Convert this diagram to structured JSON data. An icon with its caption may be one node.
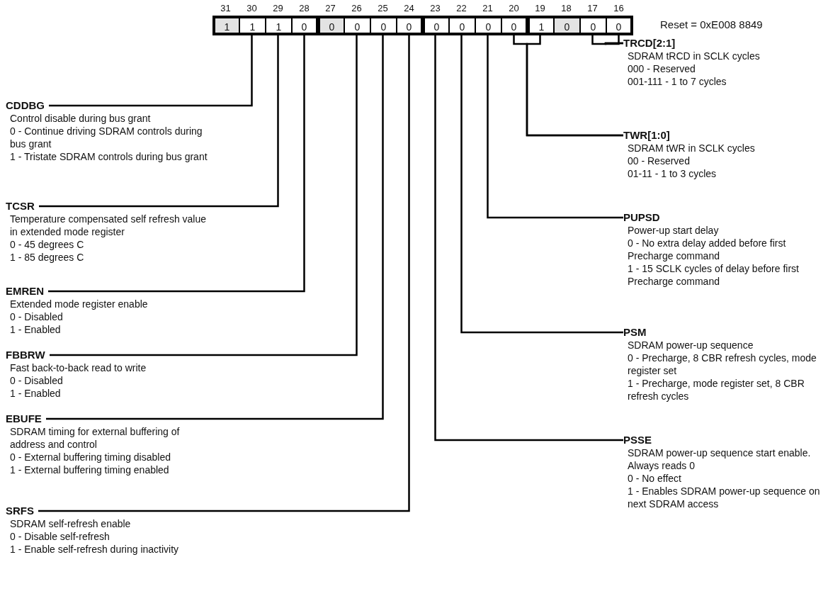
{
  "diagram": {
    "nodes": [
      {
        "text": [
          "1"
        ],
        "beside": [
          "31"
        ]
      },
      {
        "text": [
          "1"
        ],
        "beside": [
          "30"
        ]
      },
      {
        "text": [
          "1"
        ],
        "beside": [
          "29"
        ]
      },
      {
        "text": [
          "0"
        ],
        "beside": [
          "28"
        ]
      },
      {
        "text": [
          "0"
        ],
        "beside": [
          "27"
        ]
      },
      {
        "text": [
          "0"
        ],
        "beside": [
          "26"
        ]
      },
      {
        "text": [
          "0"
        ],
        "beside": [
          "25"
        ]
      },
      {
        "text": [
          "0"
        ],
        "beside": [
          "24"
        ]
      },
      {
        "text": [
          "0"
        ],
        "beside": [
          "23"
        ]
      },
      {
        "text": [
          "0"
        ],
        "beside": [
          "22"
        ]
      },
      {
        "text": [
          "0"
        ],
        "beside": [
          "21"
        ]
      },
      {
        "text": [
          "0"
        ],
        "beside": [
          "20"
        ]
      },
      {
        "text": [
          "1"
        ],
        "beside": [
          "19"
        ]
      },
      {
        "text": [
          "0"
        ],
        "beside": [
          "18"
        ]
      },
      {
        "text": [
          "0"
        ],
        "beside": [
          "17"
        ]
      },
      {
        "text": [
          "0"
        ],
        "beside": [
          "16"
        ]
      },
      {
        "text": [
          "CDDBG",
          "Control disable during bus grant",
          "0 - Continue driving SDRAM controls during bus grant",
          "1 - Tristate SDRAM controls during bus grant"
        ]
      },
      {
        "text": [
          "TCSR",
          "Temperature compensated self refresh value in extended mode register",
          "0 - 45 degrees C",
          "1 - 85 degrees C"
        ]
      },
      {
        "text": [
          "EMREN",
          "Extended mode register enable",
          "0 - Disabled",
          "1 - Enabled"
        ]
      },
      {
        "text": [
          "FBBRW",
          "Fast back-to-back read to write",
          "0 - Disabled",
          "1 - Enabled"
        ]
      },
      {
        "text": [
          "EBUFE",
          "SDRAM timing for external buffering of address and control",
          "0 - External buffering timing disabled",
          "1 - External buffering timing enabled"
        ]
      },
      {
        "text": [
          "SRFS",
          "SDRAM self-refresh enable",
          "0 - Disable self-refresh",
          "1 - Enable self-refresh during inactivity"
        ]
      },
      {
        "text": [
          "TRCD[2:1]",
          "SDRAM tRCD in SCLK cycles",
          "000 - Reserved",
          "001-111 - 1 to 7 cycles"
        ]
      },
      {
        "text": [
          "TWR[1:0]",
          "SDRAM tWR in SCLK cycles",
          "00 - Reserved",
          "01-11 - 1 to 3 cycles"
        ]
      },
      {
        "text": [
          "PUPSD",
          "Power-up start delay",
          "0 - No extra delay added before first Precharge command",
          "1 - 15 SCLK cycles of delay before first Precharge command"
        ]
      },
      {
        "text": [
          "PSM",
          "SDRAM power-up sequence",
          "0 - Precharge, 8 CBR refresh cycles, mode register set",
          "1 - Precharge, mode register set, 8 CBR refresh cycles"
        ]
      },
      {
        "text": [
          "PSSE",
          "SDRAM power-up sequence start enable. Always reads 0",
          "0 - No effect",
          "1 - Enables SDRAM power-up sequence on next SDRAM access"
        ]
      }
    ],
    "edges": [
      {
        "from": 16,
        "to": 1,
        "arrow": "none"
      },
      {
        "from": 17,
        "to": 2,
        "arrow": "none"
      },
      {
        "from": 18,
        "to": 3,
        "arrow": "none"
      },
      {
        "from": 19,
        "to": 5,
        "arrow": "none"
      },
      {
        "from": 20,
        "to": 6,
        "arrow": "none"
      },
      {
        "from": 21,
        "to": 7,
        "arrow": "none"
      },
      {
        "from": 22,
        "to": 14,
        "arrow": "none"
      },
      {
        "from": 22,
        "to": 15,
        "arrow": "none"
      },
      {
        "from": 23,
        "to": 11,
        "arrow": "none"
      },
      {
        "from": 23,
        "to": 12,
        "arrow": "none"
      },
      {
        "from": 24,
        "to": 10,
        "arrow": "none"
      },
      {
        "from": 25,
        "to": 9,
        "arrow": "none"
      },
      {
        "from": 26,
        "to": 8,
        "arrow": "none"
      }
    ],
    "labels": [
      "Reset = 0xE008 8849"
    ]
  }
}
